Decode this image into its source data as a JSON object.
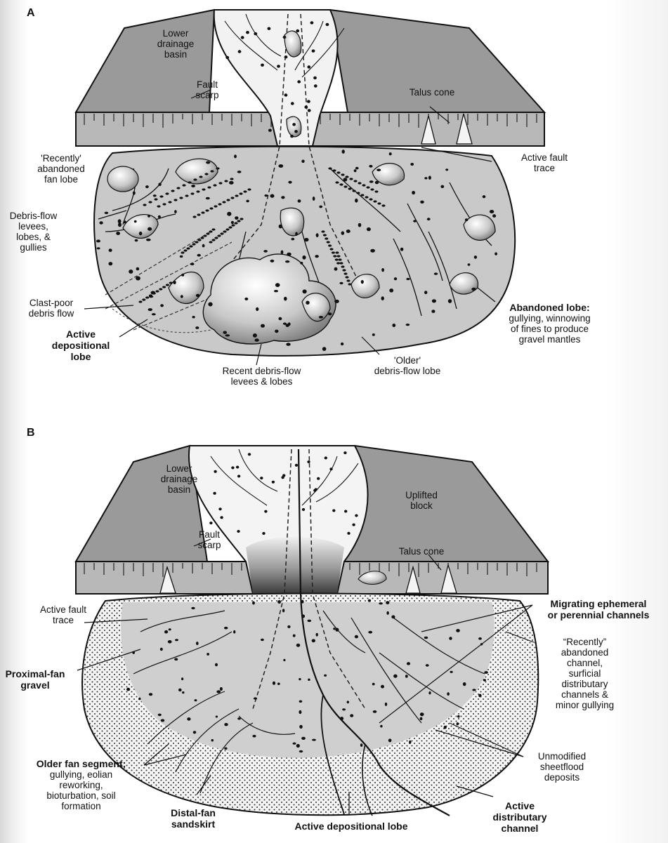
{
  "panel_a": {
    "letter": "A",
    "labels": {
      "lower_basin": "Lower\ndrainage\nbasin",
      "fault_scarp": "Fault\nscarp",
      "talus_cone": "Talus cone",
      "recently_abandoned": "'Recently'\nabandoned\nfan lobe",
      "active_fault_trace": "Active fault\ntrace",
      "debris_flow_levees": "Debris-flow\nlevees,\nlobes, &\ngullies",
      "clast_poor": "Clast-poor\ndebris flow",
      "active_depositional_lobe": "Active\ndepositional\nlobe",
      "recent_levees": "Recent debris-flow\nlevees & lobes",
      "older_lobe": "'Older'\ndebris-flow lobe",
      "abandoned_lobe_head": "Abandoned lobe:",
      "abandoned_lobe_text": "gullying, winnowing\nof fines to produce\ngravel mantles"
    }
  },
  "panel_b": {
    "letter": "B",
    "labels": {
      "lower_basin": "Lower\ndrainage\nbasin",
      "fault_scarp": "Fault\nscarp",
      "uplifted_block": "Uplifted\nblock",
      "talus_cone": "Talus cone",
      "active_fault_trace": "Active fault\ntrace",
      "migrating_channels": "Migrating ephemeral\nor perennial channels",
      "recently_abandoned": "“Recently”\nabandoned\nchannel,\nsurficial\ndistributary\nchannels &\nminor gullying",
      "proximal_fan": "Proximal-fan\ngravel",
      "unmodified": "Unmodified\nsheetflood\ndeposits",
      "older_segment_head": "Older fan segment:",
      "older_segment_text": "gullying, eolian\nreworking,\nbioturbation, soil\nformation",
      "distal_fan": "Distal-fan\nsandskirt",
      "active_depositional_lobe": "Active depositional lobe",
      "active_channel": "Active\ndistributary\nchannel"
    }
  }
}
